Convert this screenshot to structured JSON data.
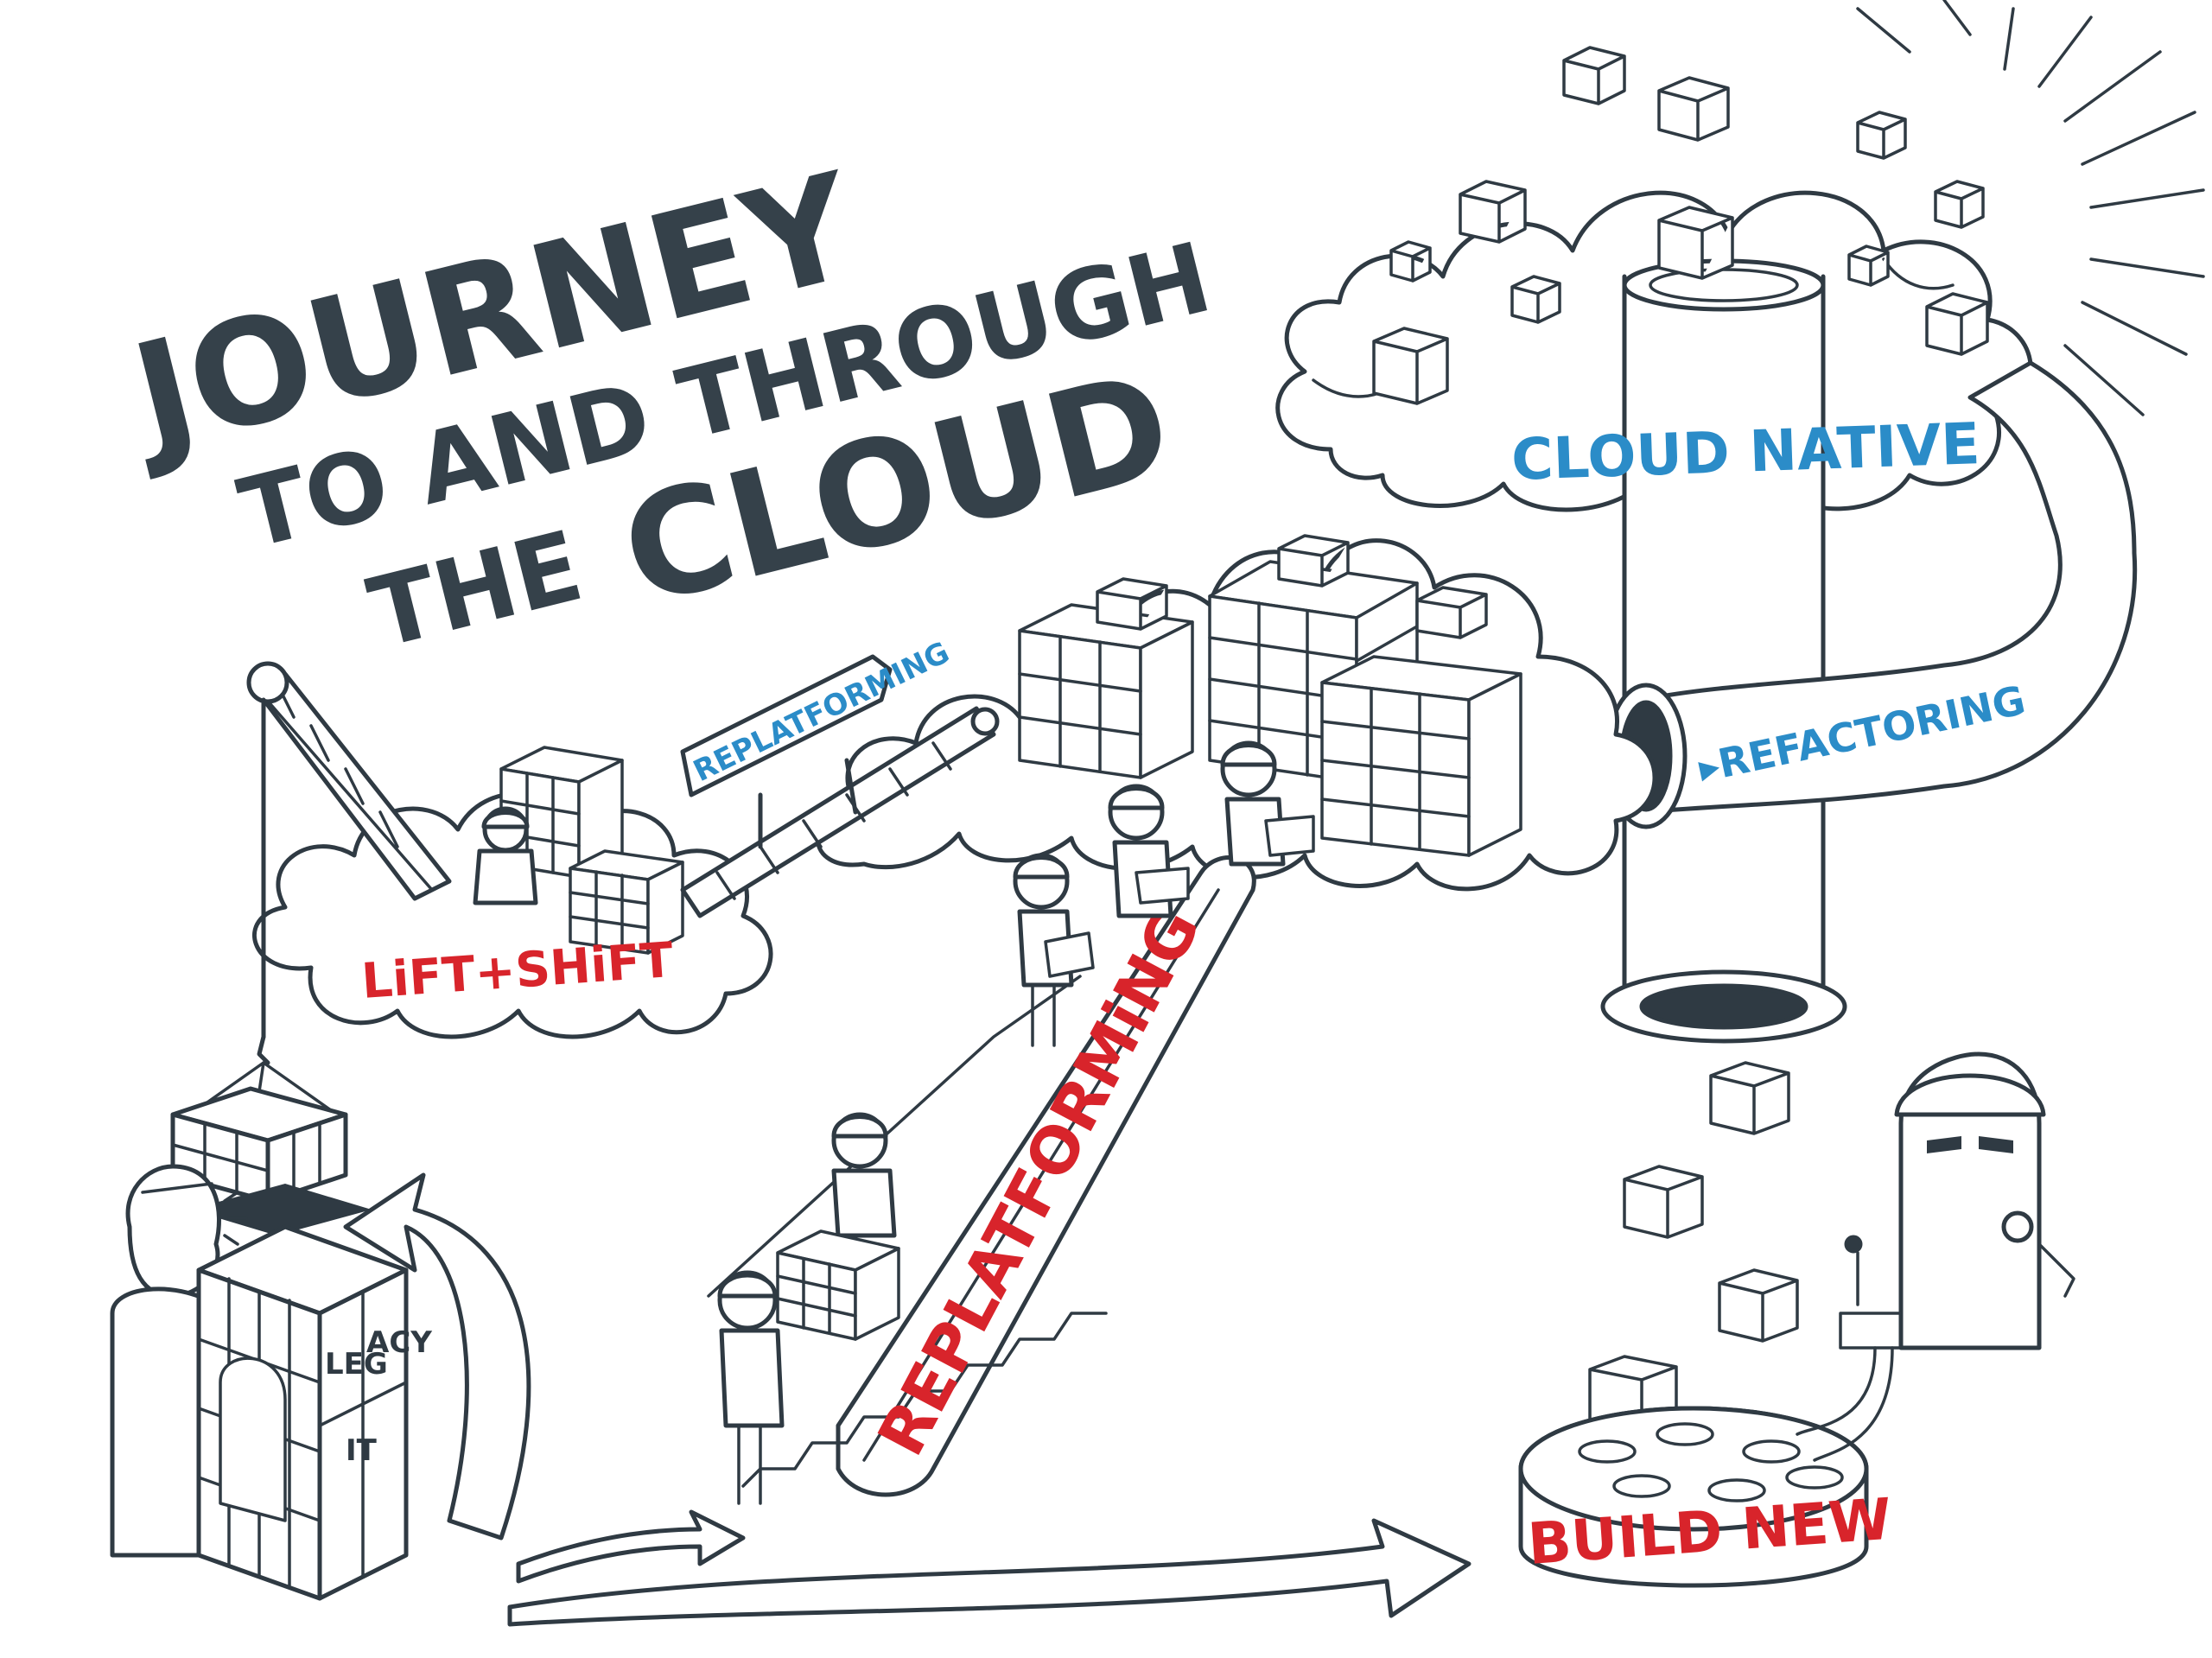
{
  "title": {
    "line1": "JOURNEY",
    "line2": "TO AND THROUGH",
    "line3_small": "THE",
    "line3_big": "CLOUD"
  },
  "labels": {
    "cloud_native": "CLOUD NATIVE",
    "refactoring": "▸REFACTORING",
    "replatforming_sign": "REPLATFORMING",
    "lift_shift": "LiFT+SHiFT",
    "replatforming_escalator": "REPLATFORMiNG",
    "build_new": "BUILD NEW",
    "legacy_top_left": "LEG",
    "legacy_top_right": "ACY",
    "legacy_bottom": "IT"
  },
  "colors": {
    "ink": "#2f3a43",
    "title": "#35414a",
    "accent_red": "#d8242b",
    "accent_blue": "#2b8cc8",
    "background": "#ffffff"
  }
}
